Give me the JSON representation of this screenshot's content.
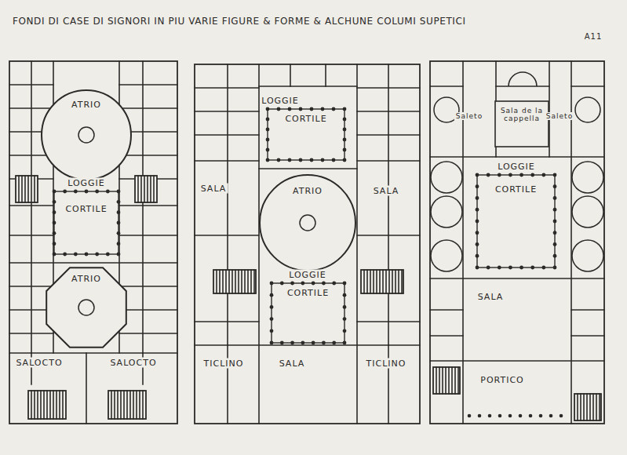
{
  "diagram": {
    "title": "FONDI DI CASE DI SIGNORI IN PIU VARIE FIGURE & FORME & ALCHUNE COLUMI SUPETICI",
    "nodes": [
      {
        "text": [
          "ATRIO"
        ]
      },
      {
        "text": [
          "CORTILE"
        ]
      },
      {
        "text": [
          "ATRIO"
        ]
      },
      {
        "text": [
          "CORTILE"
        ]
      },
      {
        "text": [
          "ATRIO"
        ]
      },
      {
        "text": [
          "CORTILE"
        ]
      },
      {
        "text": [
          "Sala de la cappella"
        ]
      },
      {
        "text": [
          "CORTILE"
        ]
      }
    ],
    "labels": [
      "A11",
      "LOGGIE",
      "SALOCTO",
      "SALOCTO",
      "LOGGIE",
      "SALA",
      "SALA",
      "LOGGIE",
      "TICLINO",
      "SALA",
      "TICLINO",
      "Saleto",
      "Saleto",
      "LOGGIE",
      "SALA",
      "PORTICO"
    ]
  }
}
